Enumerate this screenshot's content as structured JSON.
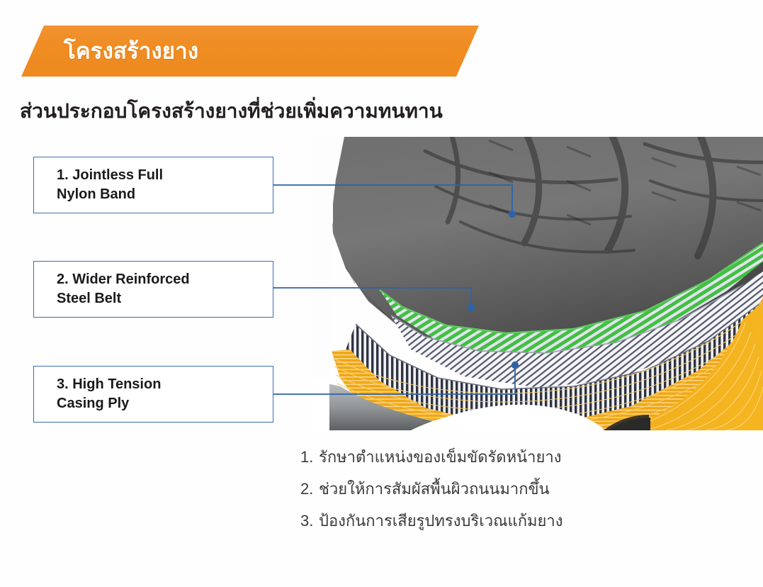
{
  "banner": {
    "title": "โครงสร้างยาง",
    "color": "#ef8c22"
  },
  "subheading": "ส่วนประกอบโครงสร้างยางที่ช่วยเพิ่มความทนทาน",
  "callouts": [
    {
      "id": 1,
      "label": "1. Jointless Full\n    Nylon Band",
      "border_color": "#3a6fad"
    },
    {
      "id": 2,
      "label": "2. Wider Reinforced\n    Steel Belt",
      "border_color": "#3a6fad"
    },
    {
      "id": 3,
      "label": "3. High Tension\n    Casing Ply",
      "border_color": "#3a6fad"
    }
  ],
  "diagram": {
    "name": "tire-cutaway-illustration",
    "leader_color": "#2f63a8",
    "layers": [
      {
        "name": "tread",
        "color": "#6a6a6a"
      },
      {
        "name": "jointless-full-nylon-band",
        "color": "#3fbf3f"
      },
      {
        "name": "wider-reinforced-steel-belt",
        "color": "#3c4352"
      },
      {
        "name": "high-tension-casing-ply",
        "color": "#f0a81e"
      },
      {
        "name": "inner-liner",
        "color": "#9a9a9a"
      }
    ]
  },
  "thai_list": [
    {
      "num": "1.",
      "text": "รักษาตำแหน่งของเข็มขัดรัดหน้ายาง"
    },
    {
      "num": "2.",
      "text": "ช่วยให้การสัมผัสพื้นผิวถนนมากขึ้น"
    },
    {
      "num": "3.",
      "text": "ป้องกันการเสียรูปทรงบริเวณแก้มยาง"
    }
  ]
}
